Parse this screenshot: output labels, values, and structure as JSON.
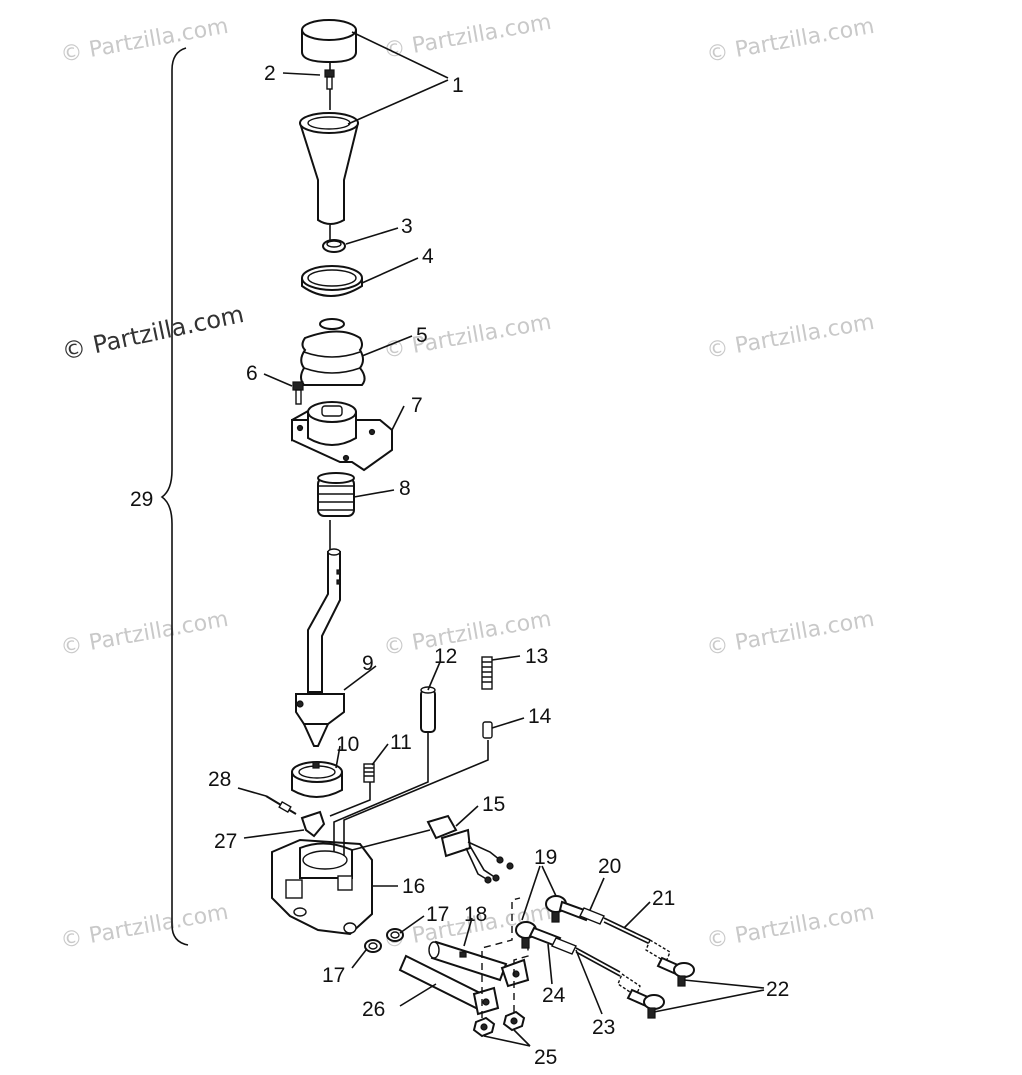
{
  "watermarks": {
    "text": "© Partzilla.com",
    "center_text": "© Partzilla.com"
  },
  "callouts": {
    "c1": "1",
    "c2": "2",
    "c3": "3",
    "c4": "4",
    "c5": "5",
    "c6": "6",
    "c7": "7",
    "c8": "8",
    "c9": "9",
    "c10": "10",
    "c11": "11",
    "c12": "12",
    "c13": "13",
    "c14": "14",
    "c15": "15",
    "c16": "16",
    "c17a": "17",
    "c17b": "17",
    "c18": "18",
    "c19": "19",
    "c20": "20",
    "c21": "21",
    "c22": "22",
    "c23": "23",
    "c24": "24",
    "c25": "25",
    "c26": "26",
    "c27": "27",
    "c28": "28",
    "c29": "29"
  }
}
